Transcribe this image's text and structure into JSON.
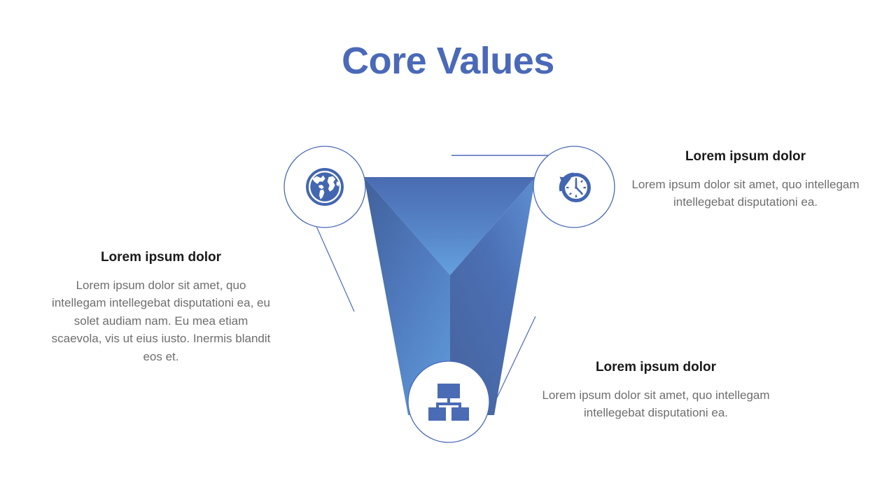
{
  "slide": {
    "title": "Core Values",
    "title_color": "#4A69B8",
    "background_color": "#FFFFFF"
  },
  "palette": {
    "accent_blue": "#4A69B8",
    "facet_top_dark": "#4A6BB2",
    "facet_top_light": "#63A0DE",
    "facet_left_dark": "#4566AE",
    "facet_left_light": "#5E96D6",
    "facet_right_dark": "#4A6BB2",
    "facet_right_light": "#5A83C6",
    "stroke_blue": "#4A69B8",
    "heading_text": "#1A1A1A",
    "body_text": "#6E6E6E"
  },
  "diagram": {
    "type": "three-sided-pyramid-infographic",
    "nodes": [
      {
        "id": "node-globe",
        "icon": "globe-icon",
        "position": "top-left",
        "linked_block": "block-left"
      },
      {
        "id": "node-clock",
        "icon": "clock-history-icon",
        "position": "top-right",
        "linked_block": "block-right-top"
      },
      {
        "id": "node-hierarchy",
        "icon": "hierarchy-icon",
        "position": "bottom-center",
        "linked_block": "block-right-bottom"
      }
    ],
    "connectors": [
      {
        "id": "connector-top",
        "style": "horizontal-line"
      },
      {
        "id": "connector-left",
        "style": "diagonal-line"
      },
      {
        "id": "connector-bottom-right",
        "style": "diagonal-line"
      }
    ]
  },
  "blocks": {
    "left": {
      "heading": "Lorem ipsum dolor",
      "body": "Lorem ipsum dolor sit amet, quo intellegam intellegebat disputationi ea, eu solet audiam nam. Eu mea etiam scaevola, vis ut eius iusto. Inermis blandit eos et."
    },
    "right_top": {
      "heading": "Lorem ipsum dolor",
      "body": "Lorem ipsum dolor sit amet, quo intellegam intellegebat disputationi ea."
    },
    "right_bottom": {
      "heading": "Lorem ipsum dolor",
      "body": "Lorem ipsum dolor sit amet, quo intellegam intellegebat disputationi ea."
    }
  }
}
